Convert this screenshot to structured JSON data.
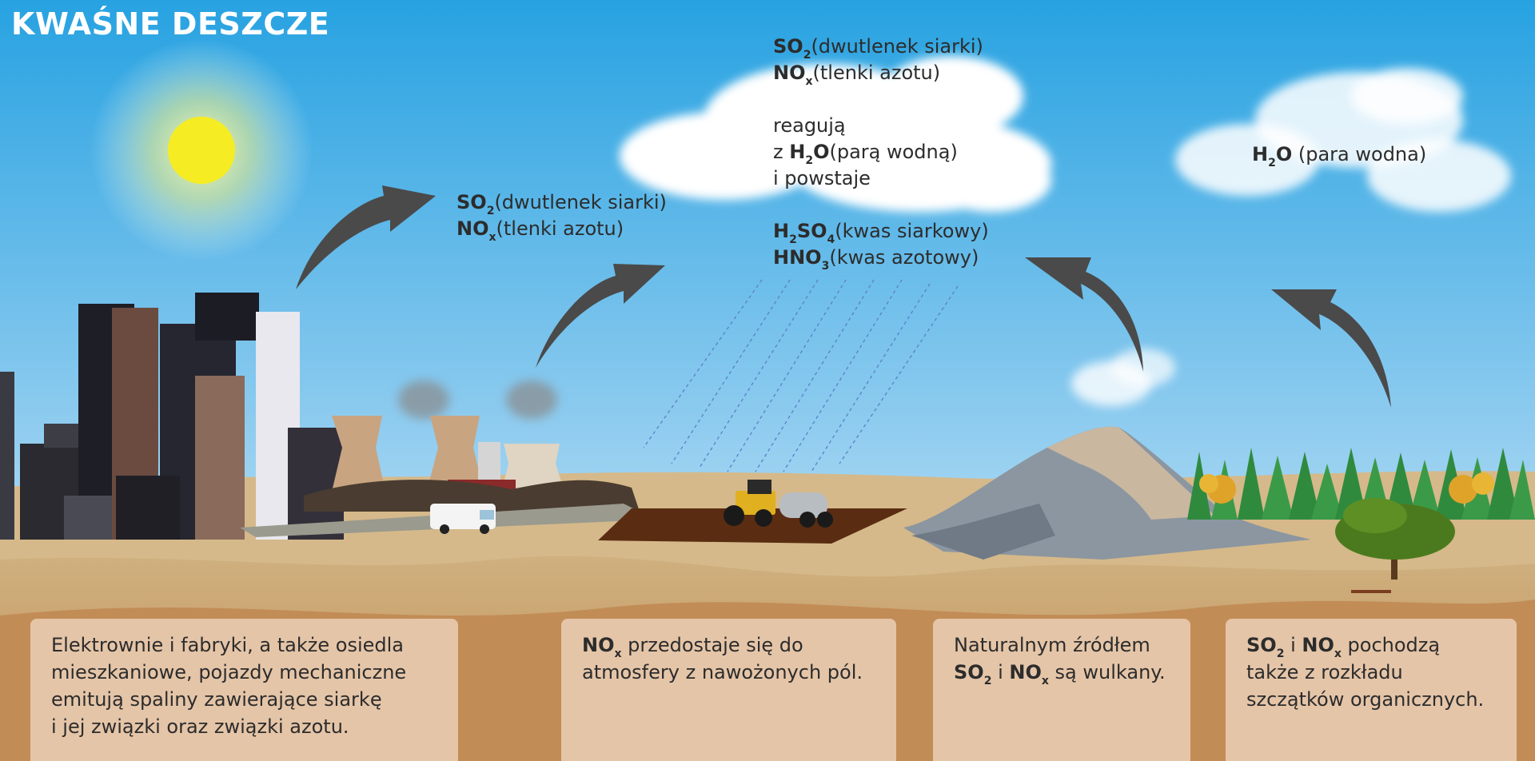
{
  "title": "KWAŚNE DESZCZE",
  "chem": {
    "so2": "SO",
    "nox": "NO",
    "sub_2": "2",
    "sub_x": "x",
    "h2o_h": "H",
    "h2o_o": "O",
    "h2so4_h": "H",
    "h2so4_so": "SO",
    "sub_4": "4",
    "hno3_hno": "HNO",
    "sub_3": "3"
  },
  "emissions_label": {
    "so2_desc": "(dwutlenek siarki)",
    "nox_desc": "(tlenki azotu)"
  },
  "cloud_label": {
    "so2_desc": "(dwutlenek siarki)",
    "nox_desc": "(tlenki azotu)",
    "react_line1": "reagują",
    "react_prefix": "z ",
    "react_h2o_desc": "(parą wodną)",
    "react_line3": "i powstaje",
    "h2so4_desc": "(kwas siarkowy)",
    "hno3_desc": "(kwas azotowy)"
  },
  "vapor_label": {
    "desc": " (para wodna)"
  },
  "boxes": {
    "industry": {
      "line1": "Elektrownie i fabryki, a także osiedla",
      "line2": "mieszkaniowe, pojazdy mechaniczne",
      "line3": "emitują spaliny zawierające siarkę",
      "line4": "i jej związki oraz związki azotu."
    },
    "fields": {
      "line1_rest": " przedostaje się do",
      "line2": "atmosfery z nawożonych pól."
    },
    "volcano": {
      "line1": "Naturalnym źródłem",
      "and": " i ",
      "line2_rest": " są wulkany."
    },
    "decay": {
      "and": " i ",
      "line1_rest": " pochodzą",
      "line2": "także z rozkładu",
      "line3": "szczątków organicznych."
    }
  },
  "colors": {
    "sky_top": "#2aa3e0",
    "sky_bottom": "#d6eef9",
    "sun": "#f5ec23",
    "ground": "#c8a472",
    "arrow": "#4a4a4a",
    "box": "#e9cdb4"
  }
}
